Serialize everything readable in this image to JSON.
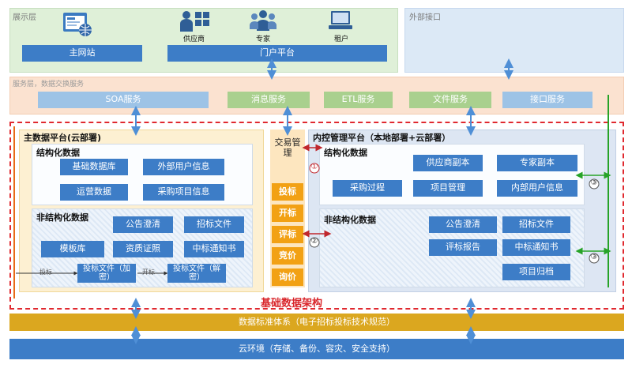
{
  "display_layer": {
    "title": "展示层",
    "icons": [
      {
        "name": "supplier-icon",
        "label": "供应商"
      },
      {
        "name": "expert-icon",
        "label": "专家"
      },
      {
        "name": "tenant-icon",
        "label": "租户"
      }
    ],
    "main_site": "主网站",
    "portal": "门户平台"
  },
  "external_interface": {
    "title": "外部接口"
  },
  "service_layer": {
    "title": "服务层，数据交换服务",
    "services": [
      "SOA服务",
      "消息服务",
      "ETL服务",
      "文件服务",
      "接口服务"
    ]
  },
  "master_data": {
    "title": "主数据平台(云部署)",
    "structured_title": "结构化数据",
    "structured": [
      "基础数据库",
      "外部用户信息",
      "运营数据",
      "采购项目信息"
    ],
    "unstructured_title": "非结构化数据",
    "unstructured": [
      "公告澄清",
      "招标文件",
      "模板库",
      "资质证照",
      "中标通知书"
    ],
    "bid_encrypted": "投标文件（加密）",
    "bid_decrypted": "投标文件（解密）",
    "arrow_bid": "投标",
    "arrow_open": "开标"
  },
  "trade": {
    "title": "交易管理",
    "steps": [
      "投标",
      "开标",
      "评标",
      "竞价",
      "询价"
    ]
  },
  "internal_control": {
    "title": "内控管理平台（本地部署+云部署）",
    "structured_title": "结构化数据",
    "structured": [
      "供应商副本",
      "专家副本",
      "采购过程",
      "项目管理",
      "内部用户信息"
    ],
    "unstructured_title": "非结构化数据",
    "unstructured": [
      "公告澄清",
      "招标文件",
      "评标报告",
      "中标通知书",
      "项目归档"
    ]
  },
  "markers": [
    "①",
    "②",
    "③",
    "③"
  ],
  "foundation_title": "基础数据架构",
  "standards_bar": "数据标准体系（电子招标投标技术规范）",
  "cloud_bar": "云环境（存储、备份、容灾、安全支持）",
  "colors": {
    "accent_blue": "#3d7dc7",
    "trade_gold": "#f2a114",
    "standards_gold": "#dba71f",
    "dashed_red": "#e0292f",
    "line_green": "#27a327",
    "line_orange": "#e86b16"
  }
}
